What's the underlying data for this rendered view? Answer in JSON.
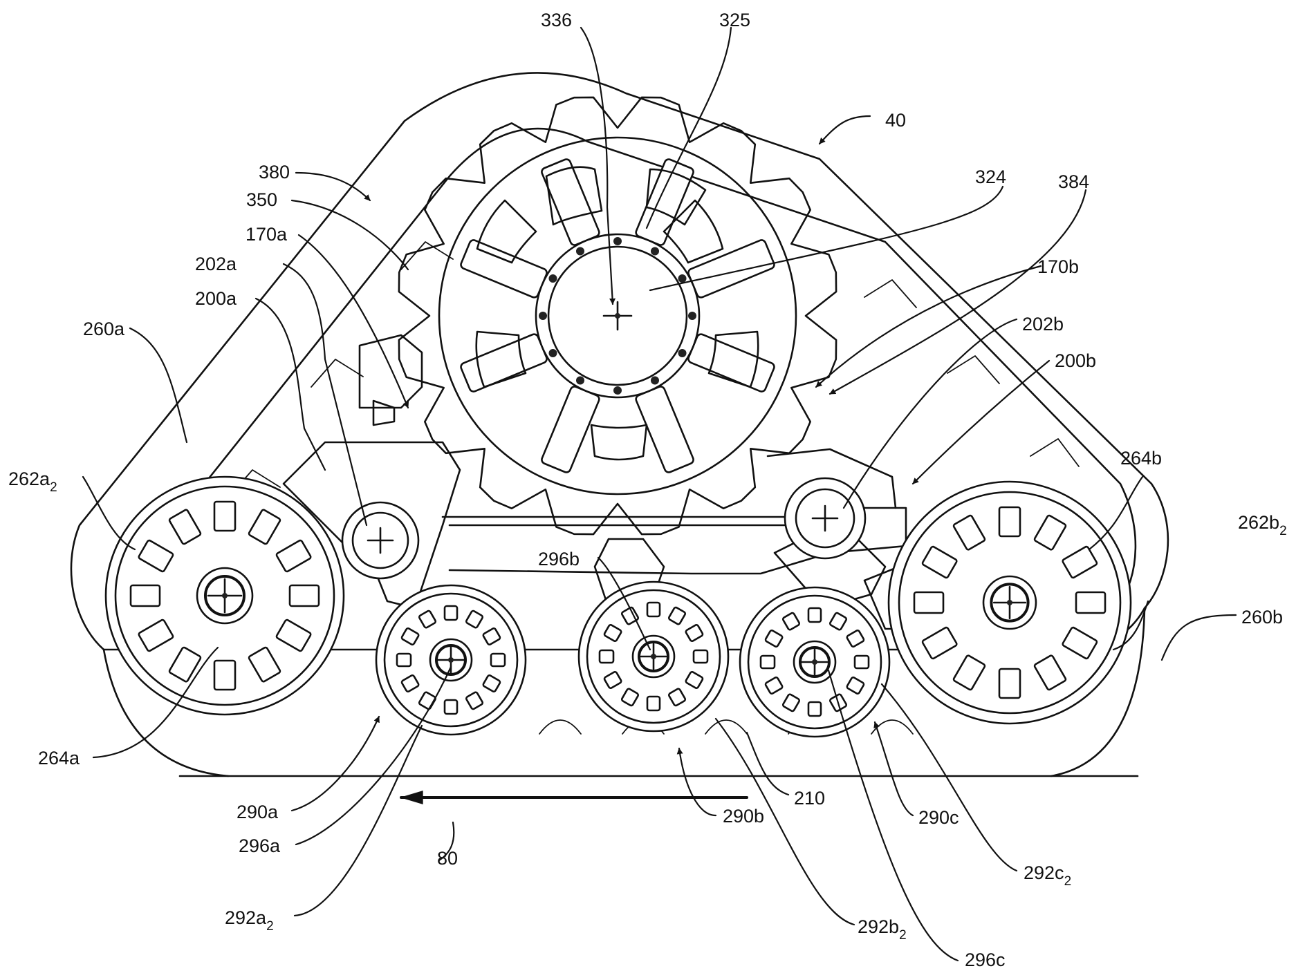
{
  "figure": {
    "labels": {
      "ref_336": "336",
      "ref_325": "325",
      "ref_40": "40",
      "ref_380": "380",
      "ref_324": "324",
      "ref_384": "384",
      "ref_350": "350",
      "ref_170a": "170a",
      "ref_170b": "170b",
      "ref_202a": "202a",
      "ref_200a": "200a",
      "ref_202b": "202b",
      "ref_200b": "200b",
      "ref_260a": "260a",
      "ref_262a2": {
        "main": "262a",
        "sub": "2"
      },
      "ref_264b": "264b",
      "ref_262b2": {
        "main": "262b",
        "sub": "2"
      },
      "ref_260b": "260b",
      "ref_296b": "296b",
      "ref_264a": "264a",
      "ref_290a": "290a",
      "ref_296a": "296a",
      "ref_292a2": {
        "main": "292a",
        "sub": "2"
      },
      "ref_80": "80",
      "ref_290b": "290b",
      "ref_210": "210",
      "ref_290c": "290c",
      "ref_292c2": {
        "main": "292c",
        "sub": "2"
      },
      "ref_292b2": {
        "main": "292b",
        "sub": "2"
      },
      "ref_296c": "296c"
    }
  }
}
